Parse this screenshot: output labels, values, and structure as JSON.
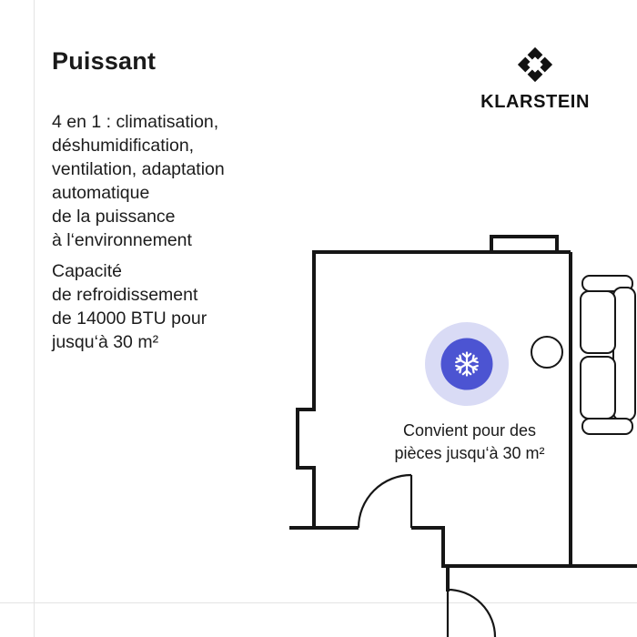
{
  "header": {
    "title": "Puissant"
  },
  "brand": {
    "name": "KLARSTEIN"
  },
  "features": {
    "paragraph1": "4 en 1 : climatisation,\ndéshumidification,\nventilation, adaptation\nautomatique\nde la puissance\nà l‘environnement",
    "paragraph2": "Capacité\nde refroidissement\nde 14000 BTU pour\njusqu‘à 30 m²"
  },
  "floorplan": {
    "caption": "Convient pour des\npièces jusqu‘à 30 m²",
    "colors": {
      "walls": "#161616",
      "halo": "#d9dbf5",
      "accent": "#4c54d2",
      "snowflake": "#ffffff"
    }
  }
}
